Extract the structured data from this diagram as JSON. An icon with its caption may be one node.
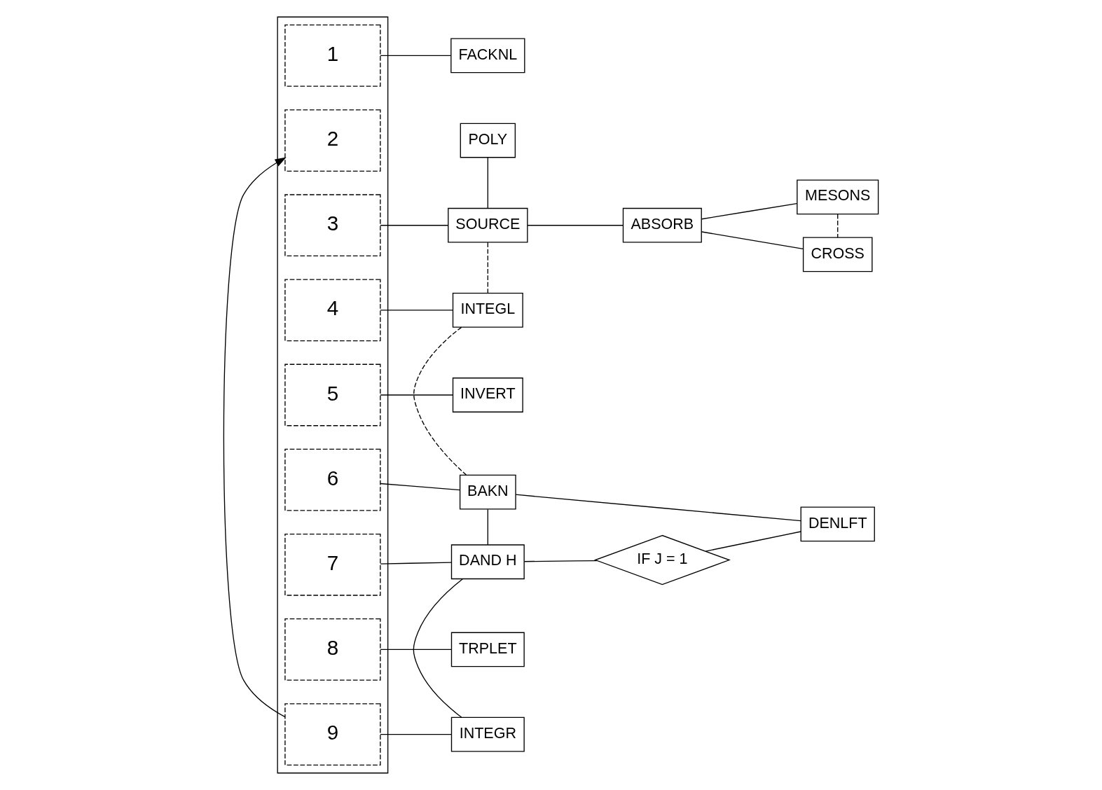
{
  "diagram": {
    "nodes": [
      {
        "text": [],
        "shape": "box"
      },
      {
        "text": [
          "1"
        ],
        "in": 0
      },
      {
        "text": [
          "2"
        ],
        "in": 0
      },
      {
        "text": [
          "3"
        ],
        "in": 0
      },
      {
        "text": [
          "4"
        ],
        "in": 0
      },
      {
        "text": [
          "5"
        ],
        "in": 0
      },
      {
        "text": [
          "6"
        ],
        "in": 0
      },
      {
        "text": [
          "7"
        ],
        "in": 0
      },
      {
        "text": [
          "8"
        ],
        "in": 0
      },
      {
        "text": [
          "9"
        ],
        "in": 0
      },
      {
        "text": [
          "FACKNL"
        ]
      },
      {
        "text": [
          "POLY"
        ]
      },
      {
        "text": [
          "SOURCE"
        ]
      },
      {
        "text": [
          "INTEGL"
        ]
      },
      {
        "text": [
          "INVERT"
        ]
      },
      {
        "text": [
          "BAKN"
        ]
      },
      {
        "text": [
          "DAND H"
        ]
      },
      {
        "text": [
          "TRPLET"
        ]
      },
      {
        "text": [
          "INTEGR"
        ]
      },
      {
        "text": [
          "ABSORB"
        ]
      },
      {
        "text": [
          "MESONS"
        ]
      },
      {
        "text": [
          "CROSS"
        ]
      },
      {
        "text": [
          "IF J = 1"
        ]
      },
      {
        "text": [
          "DENLFT"
        ]
      }
    ],
    "edges": [
      {
        "from": 9,
        "to": 2,
        "arrow": "to"
      },
      {
        "from": 1,
        "to": 10,
        "arrow": "none"
      },
      {
        "from": 3,
        "to": 12,
        "arrow": "none"
      },
      {
        "from": 4,
        "to": 13,
        "arrow": "none"
      },
      {
        "from": 5,
        "to": 14,
        "arrow": "none"
      },
      {
        "from": 6,
        "to": 15,
        "arrow": "none"
      },
      {
        "from": 7,
        "to": 16,
        "arrow": "none"
      },
      {
        "from": 8,
        "to": 17,
        "arrow": "none"
      },
      {
        "from": 9,
        "to": 18,
        "arrow": "none"
      },
      {
        "from": 11,
        "to": 12,
        "arrow": "none"
      },
      {
        "from": 12,
        "to": 13,
        "arrow": "none",
        "style": "dashed"
      },
      {
        "from": 13,
        "to": 15,
        "arrow": "none",
        "style": "dashed"
      },
      {
        "from": 15,
        "to": 23,
        "arrow": "none"
      },
      {
        "from": 15,
        "to": 16,
        "arrow": "none"
      },
      {
        "from": 16,
        "to": 18,
        "arrow": "none"
      },
      {
        "from": 12,
        "to": 19,
        "arrow": "none"
      },
      {
        "from": 19,
        "to": 20,
        "arrow": "none"
      },
      {
        "from": 19,
        "to": 21,
        "arrow": "none"
      },
      {
        "from": 20,
        "to": 21,
        "arrow": "none",
        "style": "dashed"
      },
      {
        "from": 16,
        "to": 22,
        "arrow": "none"
      },
      {
        "from": 22,
        "to": 23,
        "arrow": "none"
      }
    ]
  }
}
